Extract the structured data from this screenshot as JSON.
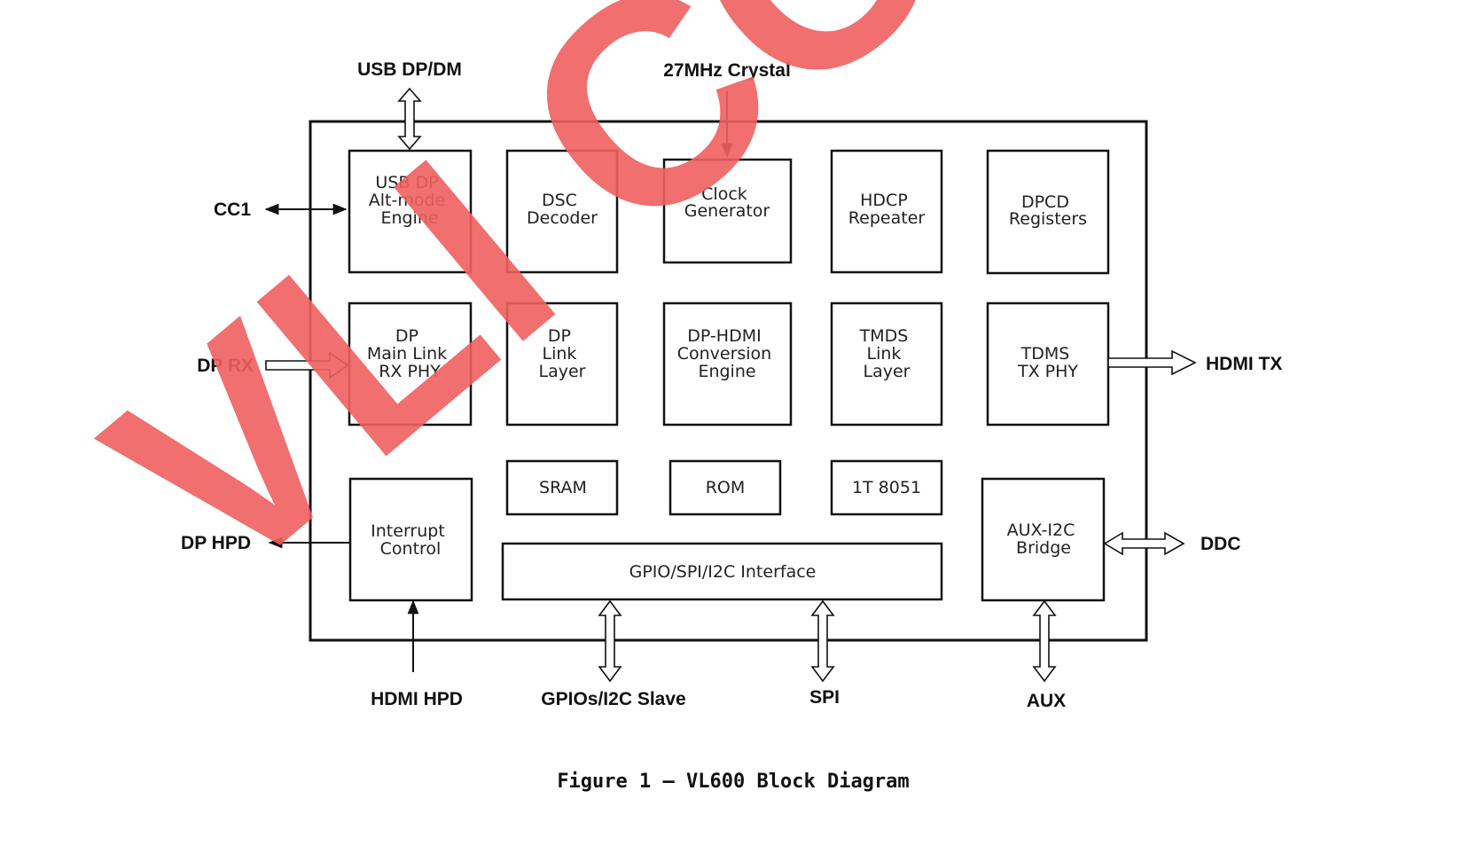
{
  "caption": "Figure 1 – VL600 Block Diagram",
  "watermark": "VLI CONFIDENTIAL",
  "colors": {
    "watermark": "#f06060",
    "stroke": "#111111"
  },
  "blocks": {
    "usb_dp_alt": [
      "USB DP",
      "Alt-mode",
      "Engine"
    ],
    "dsc_decoder": [
      "DSC",
      "Decoder"
    ],
    "clock_generator": [
      "Clock",
      "Generator"
    ],
    "hdcp_repeater": [
      "HDCP",
      "Repeater"
    ],
    "dpcd_registers": [
      "DPCD",
      "Registers"
    ],
    "dp_main_link_phy": [
      "DP",
      "Main Link",
      "RX PHY"
    ],
    "dp_link_layer": [
      "DP",
      "Link",
      "Layer"
    ],
    "dp_hdmi_conversion": [
      "DP-HDMI",
      "Conversion",
      "Engine"
    ],
    "tmds_link_layer": [
      "TMDS",
      "Link",
      "Layer"
    ],
    "tdms_tx_phy": [
      "TDMS",
      "TX PHY"
    ],
    "sram": [
      "SRAM"
    ],
    "rom": [
      "ROM"
    ],
    "mcu_8051": [
      "1T 8051"
    ],
    "interrupt_control": [
      "Interrupt",
      "Control"
    ],
    "gpio_spi_i2c": [
      "GPIO/SPI/I2C Interface"
    ],
    "aux_i2c_bridge": [
      "AUX-I2C",
      "Bridge"
    ]
  },
  "external": {
    "usb_dpdm": "USB DP/DM",
    "crystal": "27MHz Crystal",
    "cc1": "CC1",
    "dp_rx": "DP RX",
    "dp_hpd": "DP HPD",
    "hdmi_tx": "HDMI TX",
    "ddc": "DDC",
    "hdmi_hpd": "HDMI HPD",
    "gpios_i2c_slave": "GPIOs/I2C Slave",
    "spi": "SPI",
    "aux": "AUX"
  }
}
